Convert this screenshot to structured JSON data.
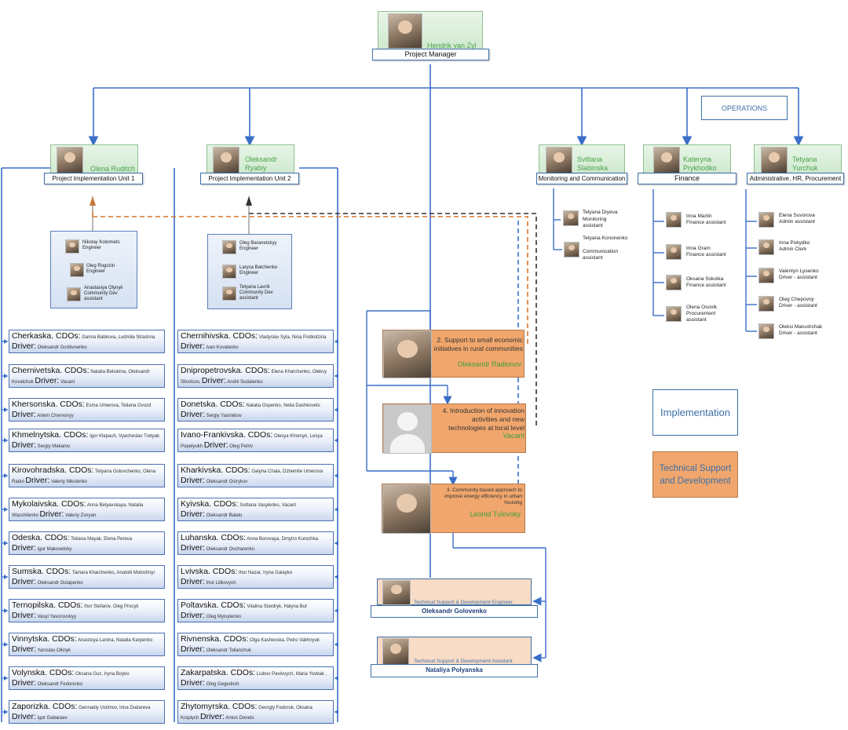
{
  "top": {
    "name": "Hendrik van Zyl",
    "role": "Project Manager"
  },
  "operations_label": "OPERATIONS",
  "units": [
    {
      "name": "Olena Ruditch",
      "label": "Project Implementation Unit 1"
    },
    {
      "name": "Oleksandr Ryabiy",
      "label": "Project Implementation Unit 2"
    },
    {
      "name": "Svitlana Slabinska",
      "label": "Monitoring and Communication"
    },
    {
      "name": "Kateryna Prykhodko",
      "label": "Finance"
    },
    {
      "name": "Tetyana Yurchuk",
      "label": "Administrative, HR, Procurement"
    }
  ],
  "piu1_staff": [
    {
      "name": "Nikolay Kolomiets",
      "role": "Engineer"
    },
    {
      "name": "Oleg Rogozin",
      "role": "Engineer"
    },
    {
      "name": "Anastasiya Olynyk",
      "role": "Community Dev assistant"
    }
  ],
  "piu2_staff": [
    {
      "name": "Oleg Baranetskyy",
      "role": "Engineer"
    },
    {
      "name": "Larysa Batchenko",
      "role": "Engineer"
    },
    {
      "name": "Tetyana Lavrik",
      "role": "Community Dev assistant"
    }
  ],
  "monitoring_staff": [
    {
      "name": "Tetyana Diyeva",
      "role": "Monitoring assistant"
    },
    {
      "name": "Tetyana Kononenko",
      "role": "Communication assistant"
    }
  ],
  "finance_staff": [
    {
      "name": "Irina Martin",
      "role": "Finance assistant"
    },
    {
      "name": "Irina Gram",
      "role": "Finance assistant"
    },
    {
      "name": "Oksana Sokolka",
      "role": "Finance assistant"
    },
    {
      "name": "Olena Osovik",
      "role": "Procurement assistant"
    }
  ],
  "admin_staff": [
    {
      "name": "Elena Suvorova",
      "role": "Admin assistant"
    },
    {
      "name": "Inna Pokydko",
      "role": "Admin Clerk"
    },
    {
      "name": "Valentyn Lysenko",
      "role": "Driver - assistant"
    },
    {
      "name": "Oleg Chepovoy",
      "role": "Driver - assistant"
    },
    {
      "name": "Oleksi Marushchak",
      "role": "Driver - assistant"
    }
  ],
  "oblasts_left": [
    {
      "title": "Cherkaska. CDOs:",
      "cdos": "Ganna Babkova, Ludmila Strashna",
      "cont": "",
      "driver": "Oleksandr Gorbivnenko"
    },
    {
      "title": "Chernivetska. CDOs:",
      "cdos": "Natalia Beliukina, Oleksandr",
      "cont": "Kovalchuk",
      "driver": "Vacant"
    },
    {
      "title": "Khersonska. CDOs:",
      "cdos": "Esma Umerova, Tetiana Gvozd",
      "cont": "",
      "driver": "Artem Chervonyy"
    },
    {
      "title": "Khmelnytska. CDOs:",
      "cdos": "Igor Klepach, Vyacheslav Tretyak",
      "cont": "",
      "driver": "Sergiy Makarov"
    },
    {
      "title": "Kirovohradska. CDOs:",
      "cdos": "Tetyana Golovchenko, Olena",
      "cont": "Radul",
      "driver": "Valeriy Nikolenko"
    },
    {
      "title": "Mykolaivska. CDOs:",
      "cdos": "Anna Belyavskaya, Natalia",
      "cont": "Waschilenko",
      "driver": "Valeriy Zviryan"
    },
    {
      "title": "Odeska. CDOs:",
      "cdos": "Tetiana Mayak, Elena Pereva",
      "cont": "",
      "driver": "Igor Makovetsky"
    },
    {
      "title": "Sumska. CDOs:",
      "cdos": "Tamara Kharchenko, Anatolii Moloshnyi",
      "cont": "",
      "driver": "Oleksandr Ostapenko"
    },
    {
      "title": "Ternopilska. CDOs:",
      "cdos": "Ihor Stefaniv, Oleg Procyk",
      "cont": "",
      "driver": "Vasyl Yavorovskyy"
    },
    {
      "title": "Vinnytska. CDOs:",
      "cdos": "Anastsiya Lanina, Natalia Karpenko",
      "cont": "",
      "driver": "Yaroslav Oliinyk"
    },
    {
      "title": "Volynska. CDOs:",
      "cdos": "Oksana Guz, Iryna Boyko",
      "cont": "",
      "driver": "Oleksandr Fedorenko"
    },
    {
      "title": "Zaporizka. CDOs:",
      "cdos": "Gennadiy Ustimov, Irina Dudareva",
      "cont": "",
      "driver": "Igor Gabaraev"
    }
  ],
  "oblasts_right": [
    {
      "title": "Chernihivska. CDOs:",
      "cdos": "Vladyslav Syla, Nina Podkolzina",
      "cont": "",
      "driver": "Ivan Kovalenko"
    },
    {
      "title": "Dnipropetrovska. CDOs:",
      "cdos": "Elena Kharchenko, Oleksy",
      "cont": "Slivotsov,",
      "driver": "Andrii Sudalenko"
    },
    {
      "title": "Donetska. CDOs:",
      "cdos": "Natalia Ospenko, Nelia Dashkovets",
      "cont": "",
      "driver": "Sergiy Yastrebov"
    },
    {
      "title": "Ivano-Frankivska. CDOs:",
      "cdos": "Olesya Khomyn, Lesya",
      "cont": "Popelyukh",
      "driver": "Oleg Petriv"
    },
    {
      "title": "Kharkivska. CDOs:",
      "cdos": "Galyna Chala, Dzhemile Umerova",
      "cont": "",
      "driver": "Oleksandr Ostrykov"
    },
    {
      "title": "Kyivska. CDOs:",
      "cdos": "Svitlana Vasylenko, Vacant",
      "cont": "",
      "driver": "Oleksandr Balalo"
    },
    {
      "title": "Luhanska. CDOs:",
      "cdos": "Anna Borovaya, Dmytro Kurochka",
      "cont": "",
      "driver": "Oleksandr Ovcharenko"
    },
    {
      "title": "Lvivska. CDOs:",
      "cdos": "Ihor Nazar, Iryna Galayko",
      "cont": "",
      "driver": "Ihor Lilikovych"
    },
    {
      "title": "Poltavska. CDOs:",
      "cdos": "Vitalina Stardryk, Halyna But",
      "cont": "",
      "driver": "Oleg Myisytenko"
    },
    {
      "title": "Rivnenska. CDOs:",
      "cdos": "Olga Kashevska, Petro Vakhnyuk",
      "cont": "",
      "driver": "Oleksandr Tolianchuk"
    },
    {
      "title": "Zakarpatska. CDOs:",
      "cdos": "Liubov Pavlovych, Maria Yovbak ,",
      "cont": "",
      "driver": "Oleg Gegedosh"
    },
    {
      "title": "Zhytomyrska. CDOs:",
      "cdos": "Georgiy Fedoruk, Oksana",
      "cont": "Kraplych",
      "driver": "Anton Donets"
    }
  ],
  "driver_word": "Driver:",
  "components": [
    {
      "text": "2. Support to small economic initiatives in rural communities",
      "name": "Oleksandr Radionov"
    },
    {
      "text": "4. Introduction of innovation activities and new technologies at local level",
      "name": "Vacant"
    },
    {
      "text": "3. Community-based approach to improve energy efficiency in urban housing",
      "name": "Leonid Tulovsky"
    }
  ],
  "tech_support": [
    {
      "role": "Technical Support & Development Engineer",
      "name": "Oleksandr Golovenko"
    },
    {
      "role": "Technical Support & Development Assistant",
      "name": "Nataliya Polyanska"
    }
  ],
  "legend": {
    "implementation": "Implementation",
    "technical": "Technical Support and Development"
  },
  "colors": {
    "line_blue": "#3a6fc8",
    "orange": "#f0a66c",
    "green_text": "#4aa34a",
    "dash_orange": "#d9762e",
    "dash_dark": "#333333"
  }
}
